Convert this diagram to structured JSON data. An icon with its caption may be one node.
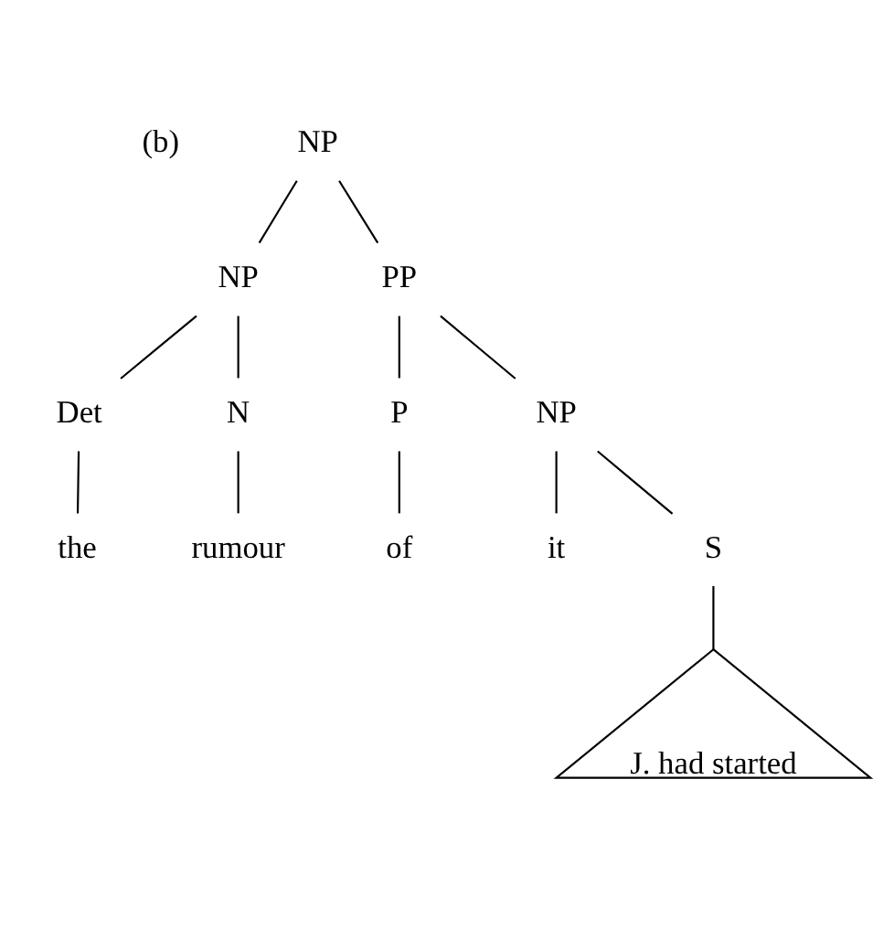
{
  "diagram": {
    "nodes": [
      {
        "text": [
          "NP"
        ]
      },
      {
        "text": [
          "NP"
        ]
      },
      {
        "text": [
          "PP"
        ]
      },
      {
        "text": [
          "Det"
        ]
      },
      {
        "text": [
          "N"
        ]
      },
      {
        "text": [
          "P"
        ]
      },
      {
        "text": [
          "NP"
        ]
      },
      {
        "text": [
          "the"
        ]
      },
      {
        "text": [
          "rumour"
        ]
      },
      {
        "text": [
          "of"
        ]
      },
      {
        "text": [
          "it"
        ]
      },
      {
        "text": [
          "S"
        ]
      },
      {
        "text": [
          "J. had started"
        ]
      }
    ],
    "edges": [
      {
        "from": 0,
        "to": 1,
        "arrow": "none"
      },
      {
        "from": 0,
        "to": 2,
        "arrow": "none"
      },
      {
        "from": 1,
        "to": 3,
        "arrow": "none"
      },
      {
        "from": 1,
        "to": 4,
        "arrow": "none"
      },
      {
        "from": 2,
        "to": 5,
        "arrow": "none"
      },
      {
        "from": 2,
        "to": 6,
        "arrow": "none"
      },
      {
        "from": 3,
        "to": 7,
        "arrow": "none"
      },
      {
        "from": 4,
        "to": 8,
        "arrow": "none"
      },
      {
        "from": 5,
        "to": 9,
        "arrow": "none"
      },
      {
        "from": 6,
        "to": 10,
        "arrow": "none"
      },
      {
        "from": 6,
        "to": 11,
        "arrow": "none"
      },
      {
        "from": 11,
        "to": 12,
        "arrow": "none"
      }
    ],
    "labels": [
      "(b)"
    ]
  }
}
